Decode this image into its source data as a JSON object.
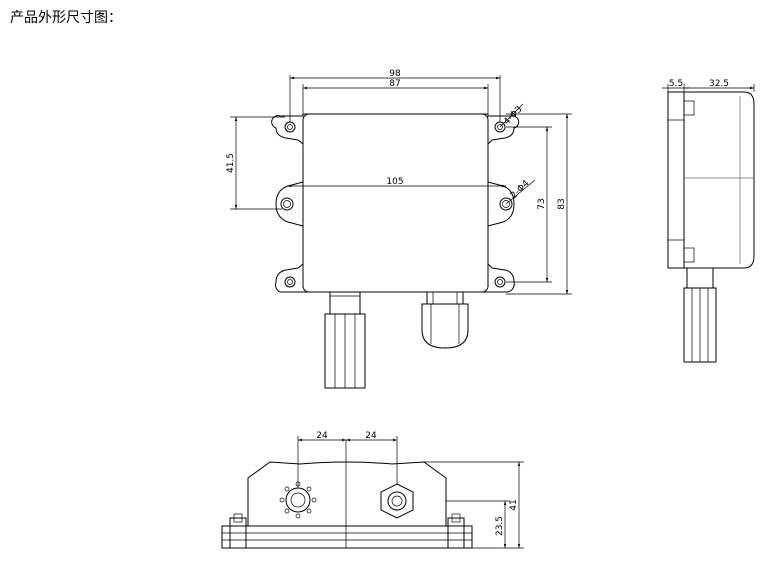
{
  "heading": "产品外形尺寸图：",
  "front_view": {
    "dim_98": "98",
    "dim_87": "87",
    "dim_41_5": "41.5",
    "dim_105": "105",
    "dim_73": "73",
    "dim_83": "83",
    "hole_small": "4-Φ3",
    "hole_large": "2-Φ4"
  },
  "side_view": {
    "dim_5_5": "5.5",
    "dim_32_5": "32.5"
  },
  "bottom_view": {
    "dim_24_left": "24",
    "dim_24_right": "24",
    "dim_41": "41",
    "dim_23_5": "23.5"
  }
}
